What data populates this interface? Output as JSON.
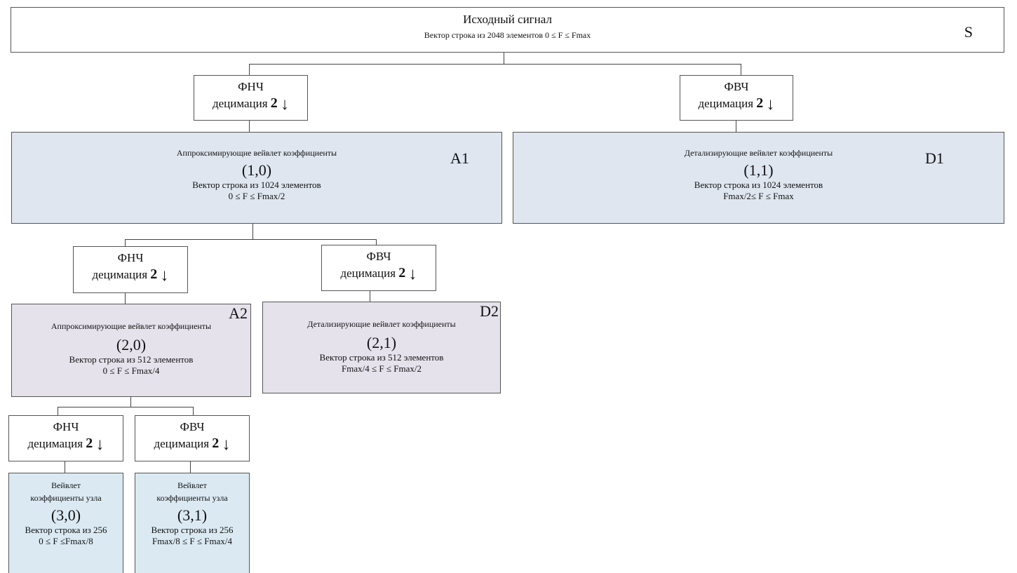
{
  "root": {
    "title": "Исходный сигнал",
    "desc": "Вектор строка из 2048 элементов 0 ≤ F ≤ Fmax",
    "tag": "S"
  },
  "level1": {
    "lowpass": {
      "name": "ФНЧ",
      "dec": "децимация",
      "factor": "2",
      "arrow": "↓"
    },
    "highpass": {
      "name": "ФВЧ",
      "dec": "децимация",
      "factor": "2",
      "arrow": "↓"
    },
    "a1": {
      "title": "Аппроксимирующие вейвлет коэффициенты",
      "coord": "(1,0)",
      "desc": "Вектор строка из 1024 элементов",
      "range": "0 ≤ F ≤ Fmax/2",
      "tag": "A1"
    },
    "d1": {
      "title": "Детализирующие вейвлет коэффициенты",
      "coord": "(1,1)",
      "desc": "Вектор строка из 1024 элементов",
      "range": "Fmax/2≤ F ≤ Fmax",
      "tag": "D1"
    }
  },
  "level2": {
    "lowpass": {
      "name": "ФНЧ",
      "dec": "децимация",
      "factor": "2",
      "arrow": "↓"
    },
    "highpass": {
      "name": "ФВЧ",
      "dec": "децимация",
      "factor": "2",
      "arrow": "↓"
    },
    "a2": {
      "title": "Аппроксимирующие вейвлет коэффициенты",
      "coord": "(2,0)",
      "desc": "Вектор строка из 512 элементов",
      "range": "0 ≤ F ≤ Fmax/4",
      "tag": "A2"
    },
    "d2": {
      "title": "Детализирующие вейвлет коэффициенты",
      "coord": "(2,1)",
      "desc": "Вектор строка из 512 элементов",
      "range": "Fmax/4 ≤ F ≤ Fmax/2",
      "tag": "D2"
    }
  },
  "level3": {
    "lowpass": {
      "name": "ФНЧ",
      "dec": "децимация",
      "factor": "2",
      "arrow": "↓"
    },
    "highpass": {
      "name": "ФВЧ",
      "dec": "децимация",
      "factor": "2",
      "arrow": "↓"
    },
    "n30": {
      "title1": "Вейвлет",
      "title2": "коэффициенты узла",
      "coord": "(3,0)",
      "desc": "Вектор строка из 256",
      "range": "0 ≤ F ≤Fmax/8"
    },
    "n31": {
      "title1": "Вейвлет",
      "title2": "коэффициенты узла",
      "coord": "(3,1)",
      "desc": "Вектор строка из 256",
      "range": "Fmax/8 ≤ F ≤ Fmax/4"
    }
  }
}
